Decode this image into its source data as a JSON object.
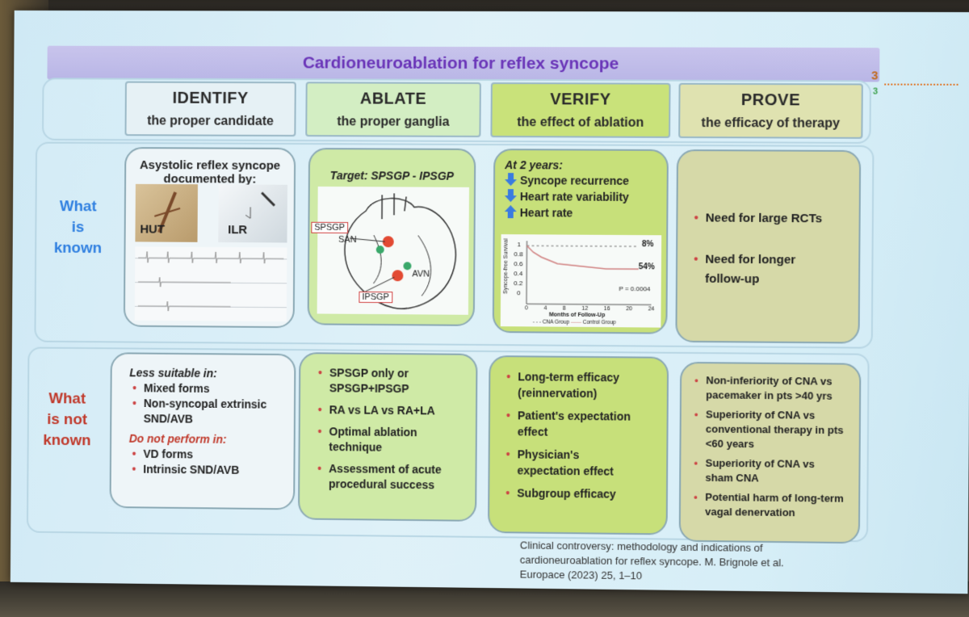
{
  "title": "Cardioneuroablation for reflex syncope",
  "logo": {
    "text": "3",
    "sub": "3"
  },
  "columns": [
    {
      "h1": "IDENTIFY",
      "h2": "the proper candidate"
    },
    {
      "h1": "ABLATE",
      "h2": "the proper ganglia"
    },
    {
      "h1": "VERIFY",
      "h2": "the effect of ablation"
    },
    {
      "h1": "PROVE",
      "h2": "the efficacy of therapy"
    }
  ],
  "row_labels": {
    "known": [
      "What",
      "is",
      "known"
    ],
    "not_known": [
      "What",
      "is not",
      "known"
    ]
  },
  "known": {
    "identify": {
      "heading1": "Asystolic reflex syncope",
      "heading2": "documented by:",
      "hut": "HUT",
      "ilr": "ILR"
    },
    "ablate": {
      "target": "Target: SPSGP - IPSGP",
      "labels": [
        "SPSGP",
        "SAN",
        "AVN",
        "IPSGP"
      ]
    },
    "verify": {
      "heading": "At 2 years:",
      "items": [
        "Syncope recurrence",
        "Heart rate variability",
        "Heart rate"
      ],
      "chart": {
        "ylabel": "Syncope-free Survival",
        "xlabel": "Months of Follow-Up",
        "yticks": [
          "1",
          "0.8",
          "0.6",
          "0.4",
          "0.2",
          "0"
        ],
        "xticks": [
          "0",
          "4",
          "8",
          "12",
          "16",
          "20",
          "24"
        ],
        "label_top": "8%",
        "label_bottom": "54%",
        "pvalue": "P = 0.0004",
        "legend": [
          "CNA Group",
          "Control Group"
        ]
      }
    },
    "prove": {
      "items": [
        "Need for large RCTs",
        "Need for longer follow-up"
      ]
    }
  },
  "not_known": {
    "identify": {
      "less_heading": "Less suitable in:",
      "less_items": [
        "Mixed forms",
        "Non-syncopal extrinsic SND/AVB"
      ],
      "dont_heading": "Do not perform in:",
      "dont_items": [
        "VD forms",
        "Intrinsic SND/AVB"
      ]
    },
    "ablate": {
      "items": [
        "SPSGP only or SPSGP+IPSGP",
        "RA vs LA vs RA+LA",
        "Optimal ablation technique",
        "Assessment of acute procedural success"
      ]
    },
    "verify": {
      "items": [
        "Long-term efficacy (reinnervation)",
        "Patient's expectation effect",
        "Physician's expectation effect",
        "Subgroup efficacy"
      ]
    },
    "prove": {
      "items": [
        "Non-inferiority of CNA vs pacemaker in pts >40 yrs",
        "Superiority of CNA vs conventional therapy in pts <60 years",
        "Superiority of CNA vs sham CNA",
        "Potential harm of long-term vagal denervation"
      ]
    }
  },
  "citation": [
    "Clinical controversy: methodology and indications of",
    "cardioneuroablation for reflex syncope. M. Brignole et al.",
    "Europace (2023) 25, 1–10"
  ],
  "colors": {
    "title": "#6a35b8",
    "known_label": "#2f7fe0",
    "not_known_label": "#c0392b",
    "arrow": "#3a7be0"
  }
}
